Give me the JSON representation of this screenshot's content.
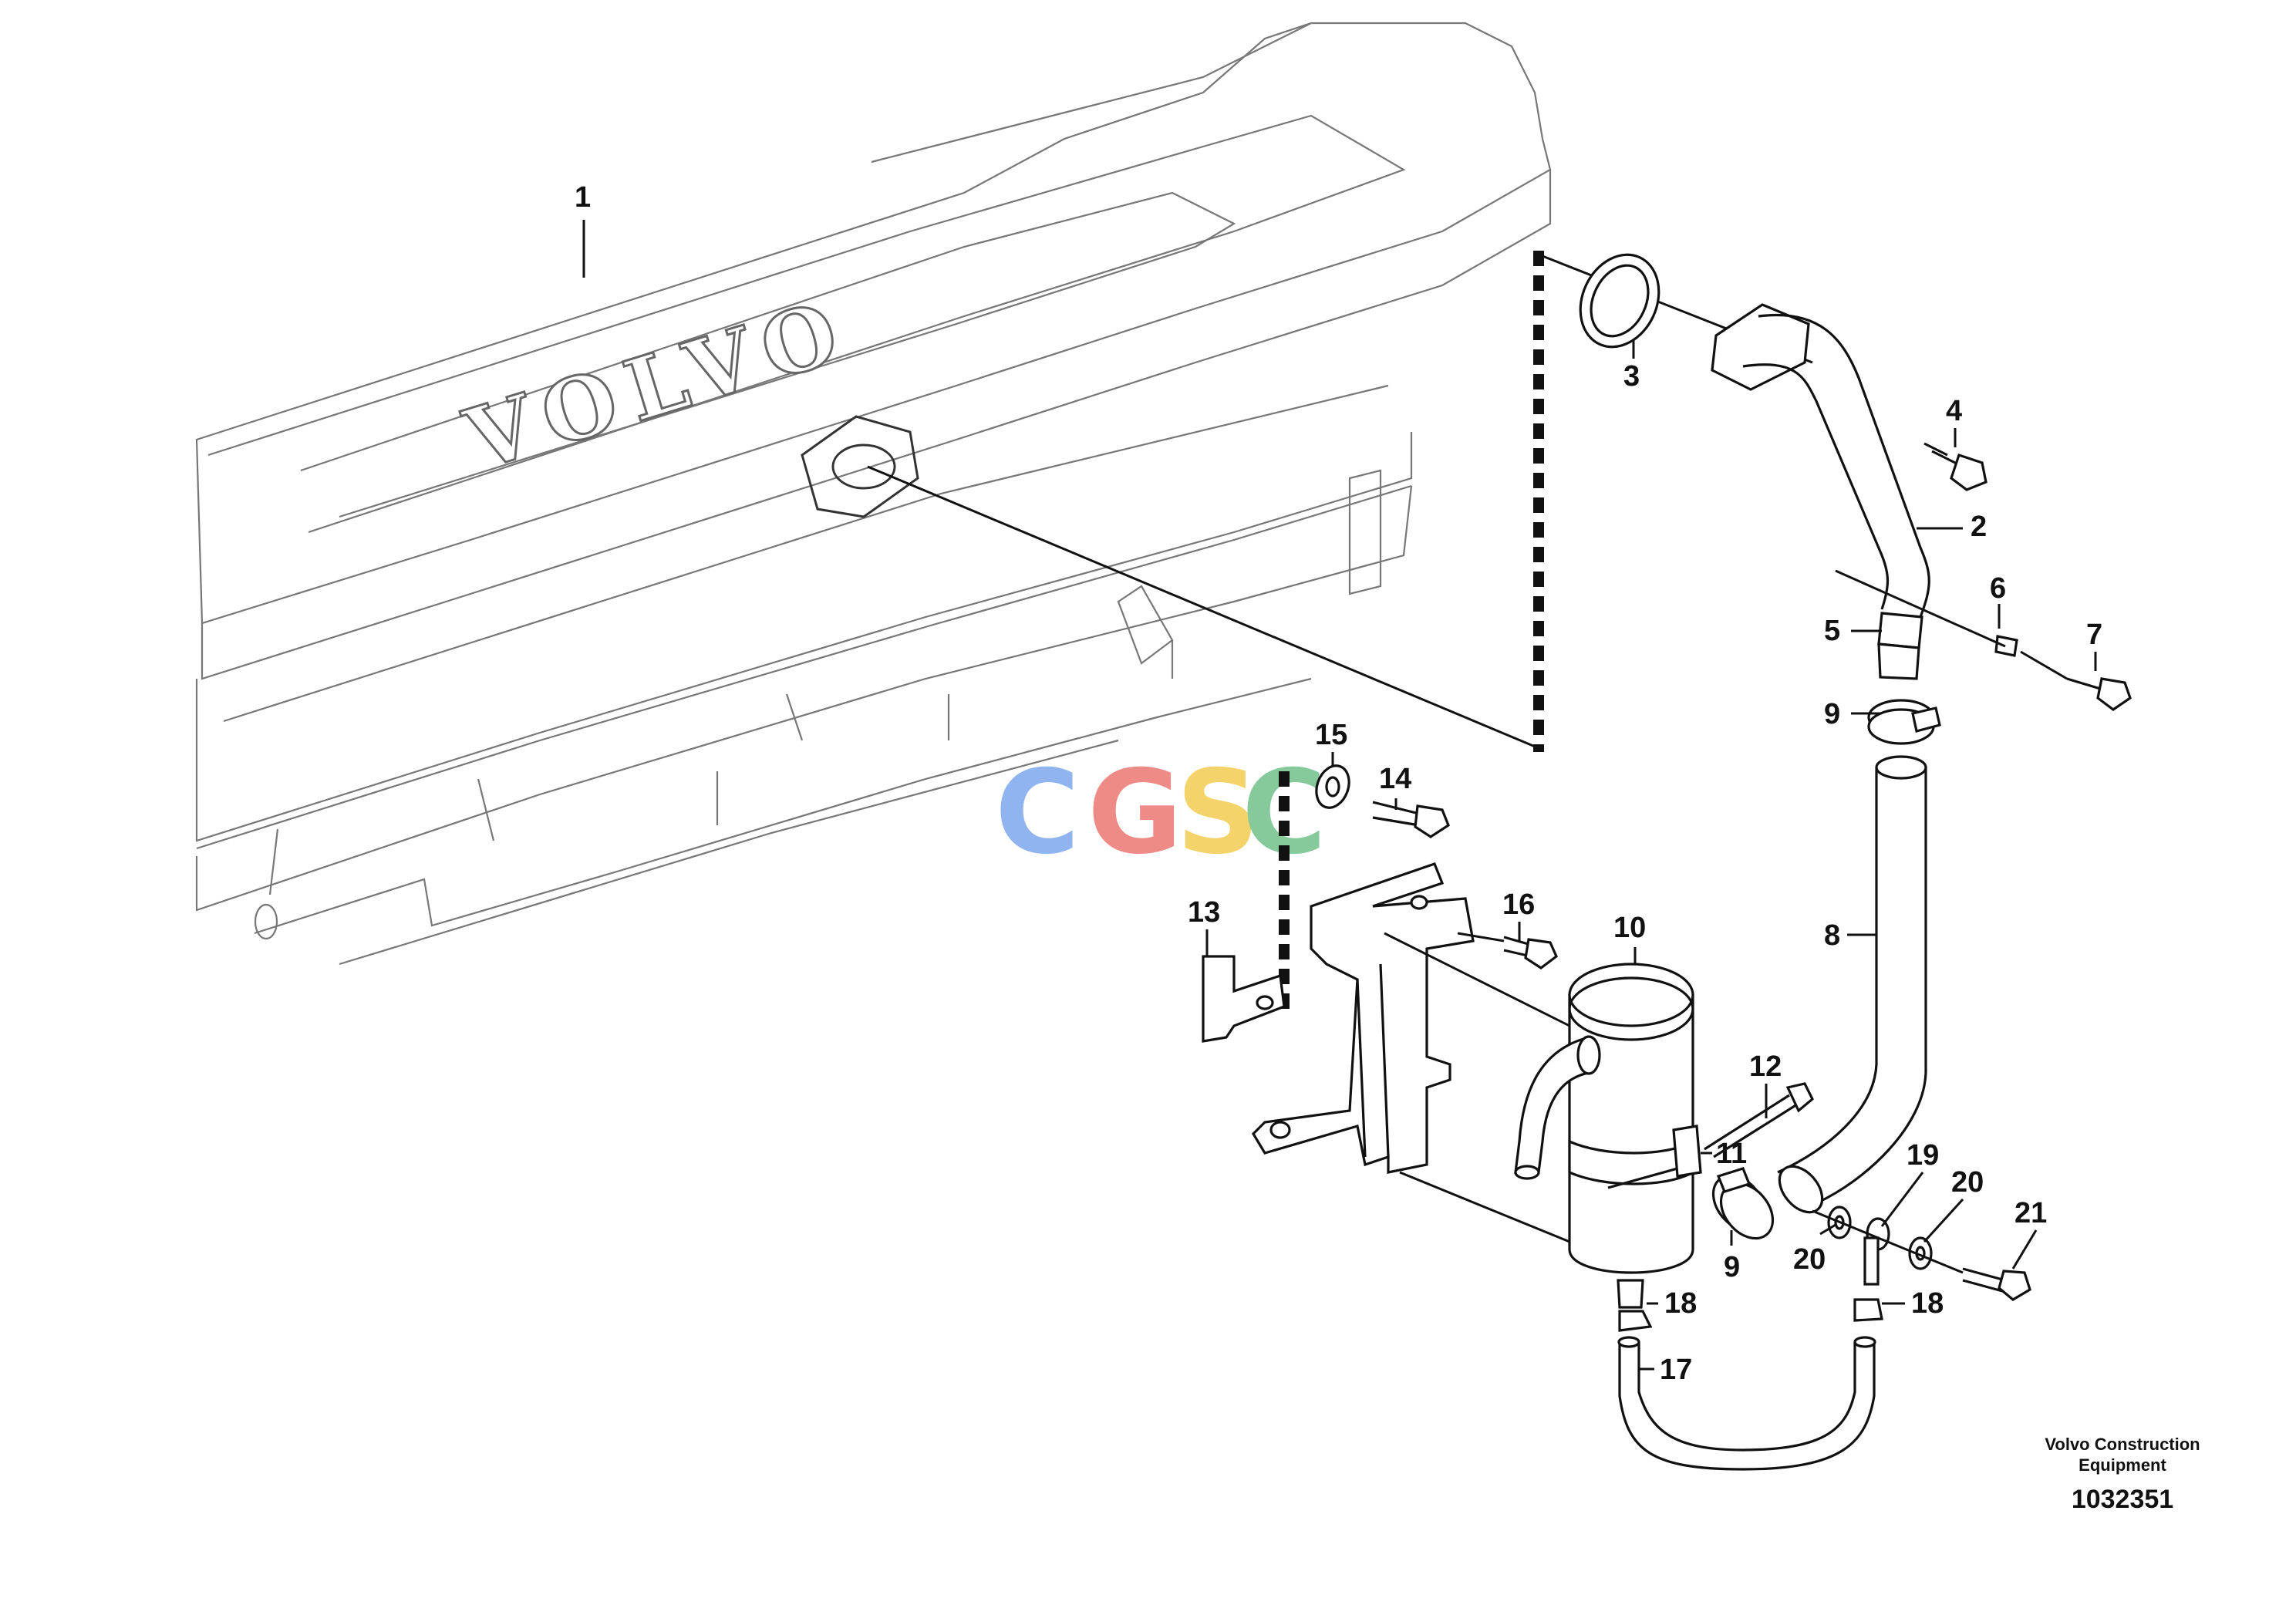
{
  "callouts": {
    "c1": "1",
    "c2": "2",
    "c3": "3",
    "c4": "4",
    "c5": "5",
    "c6": "6",
    "c7": "7",
    "c8": "8",
    "c9a": "9",
    "c9b": "9",
    "c10": "10",
    "c11": "11",
    "c12": "12",
    "c13": "13",
    "c14": "14",
    "c15": "15",
    "c16": "16",
    "c17": "17",
    "c18a": "18",
    "c18b": "18",
    "c19": "19",
    "c20a": "20",
    "c20b": "20",
    "c21": "21"
  },
  "engine_logo_text": "VOLVO",
  "watermark": {
    "c1": "C",
    "g": "G",
    "s": "S",
    "c2": "C"
  },
  "caption": {
    "line1": "Volvo Construction",
    "line2": "Equipment",
    "number": "1032351"
  },
  "colors": {
    "ink": "#111111",
    "engine_outline": "#777777",
    "watermark_blue": "#8fb4f0",
    "watermark_red": "#ef8b86",
    "watermark_yellow": "#f4d36b",
    "watermark_green": "#86c99b"
  }
}
